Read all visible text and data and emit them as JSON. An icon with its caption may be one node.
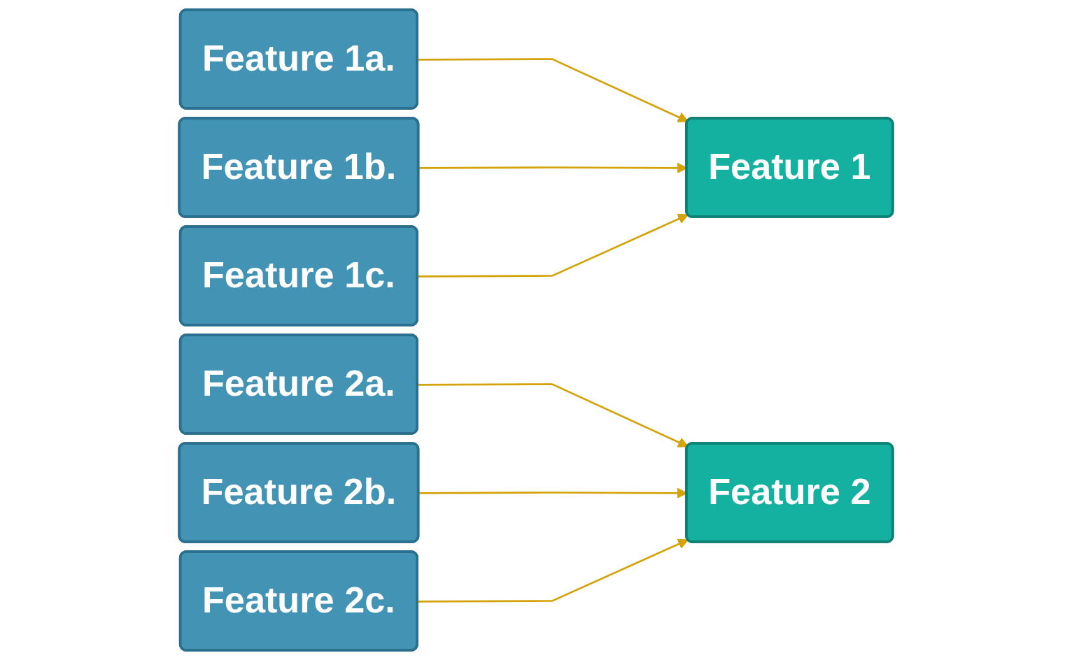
{
  "diagram": {
    "nodes": [
      {
        "text": [
          "Feature 1a."
        ]
      },
      {
        "text": [
          "Feature 1b."
        ]
      },
      {
        "text": [
          "Feature 1c."
        ]
      },
      {
        "text": [
          "Feature 1"
        ]
      },
      {
        "text": [
          "Feature 2a."
        ]
      },
      {
        "text": [
          "Feature 2b."
        ]
      },
      {
        "text": [
          "Feature 2c."
        ]
      },
      {
        "text": [
          "Feature 2"
        ]
      }
    ],
    "edges": [
      {
        "from": 0,
        "to": 3,
        "arrow": "to"
      },
      {
        "from": 1,
        "to": 3,
        "arrow": "to"
      },
      {
        "from": 2,
        "to": 3,
        "arrow": "to"
      },
      {
        "from": 4,
        "to": 7,
        "arrow": "to"
      },
      {
        "from": 5,
        "to": 7,
        "arrow": "to"
      },
      {
        "from": 6,
        "to": 7,
        "arrow": "to"
      }
    ]
  }
}
